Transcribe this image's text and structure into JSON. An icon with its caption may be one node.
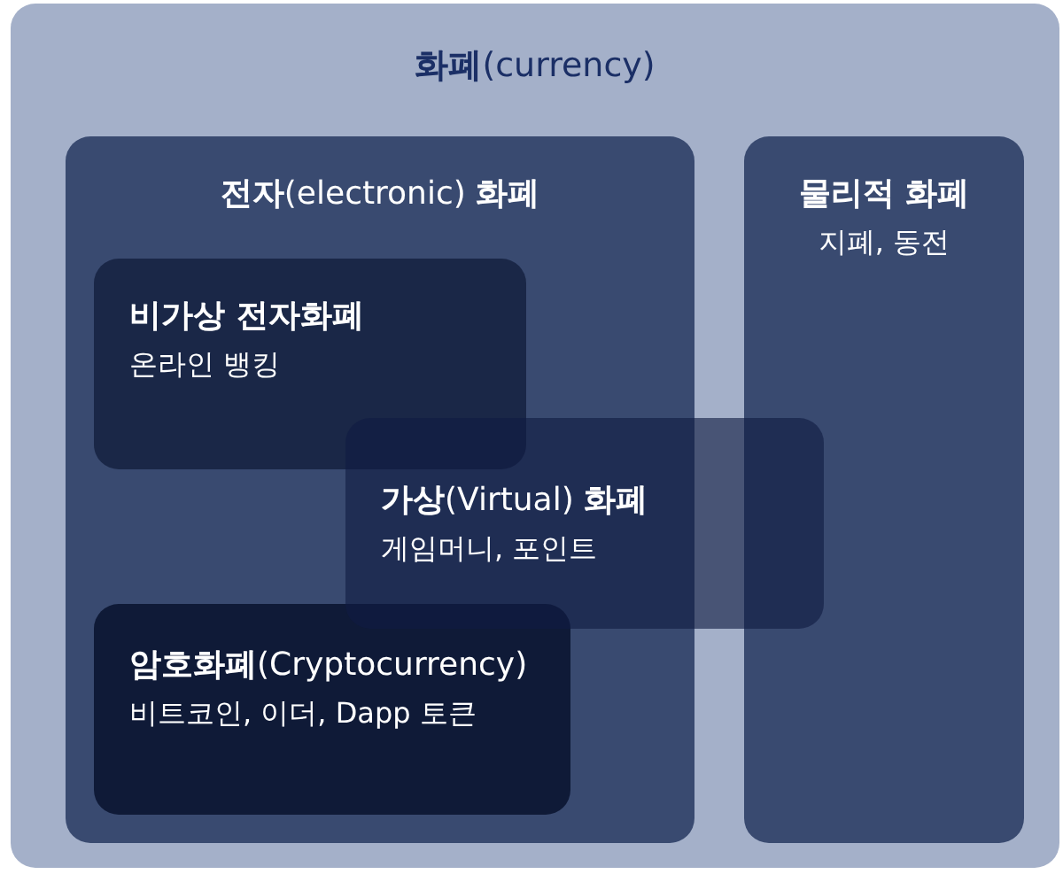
{
  "diagram": {
    "nodes": [
      {
        "text": [
          "**화폐**(currency)"
        ]
      },
      {
        "text": [
          "**전자**(electronic) **화폐**"
        ],
        "in": 0
      },
      {
        "text": [
          "물리적 화폐",
          "지폐, 동전"
        ],
        "in": 0
      },
      {
        "text": [
          "비가상 전자화폐",
          "온라인 뱅킹"
        ],
        "in": 1
      },
      {
        "text": [
          "**가상**(Virtual) **화폐**",
          "게임머니, 포인트"
        ],
        "in": 0
      },
      {
        "text": [
          "**암호화폐**(Cryptocurrency)",
          "비트코인, 이더, Dapp 토큰"
        ],
        "in": 1
      }
    ]
  }
}
